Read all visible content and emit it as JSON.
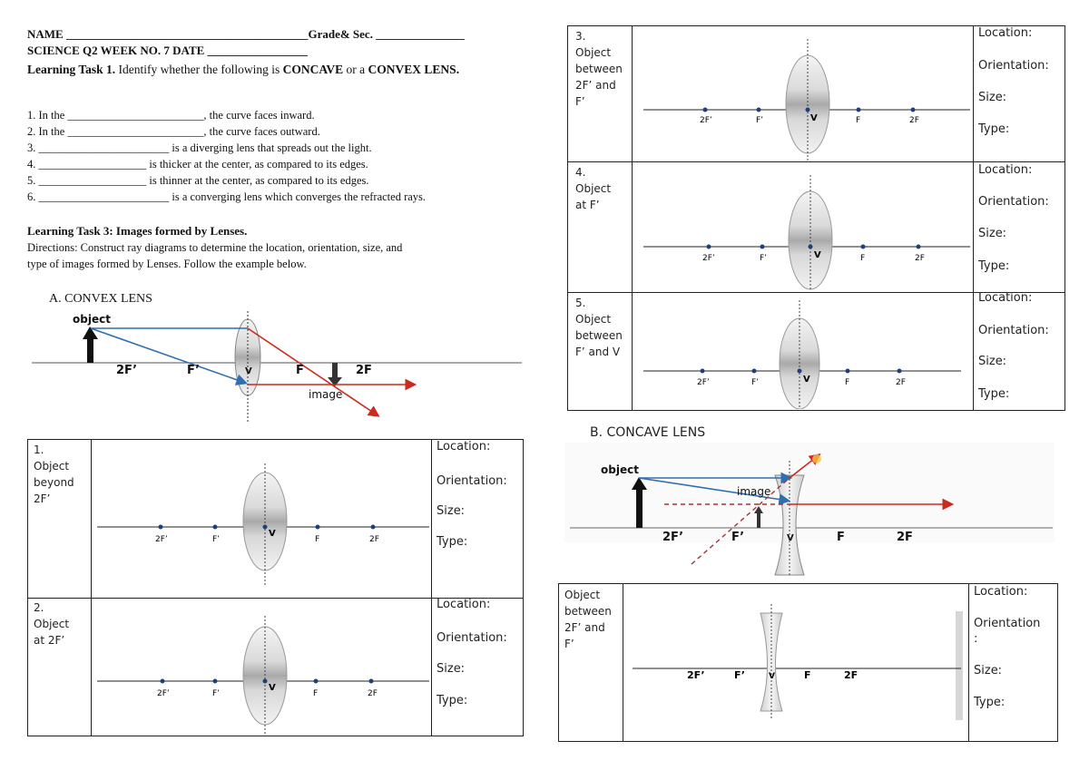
{
  "header": {
    "name_line": "NAME _________________________________________Grade& Sec. _______________",
    "date_line": "SCIENCE Q2 WEEK NO. 7 DATE _________________",
    "task1_title": "Learning Task 1.",
    "task1_text_a": "Identify whether the following is",
    "task1_concave": "CONCAVE",
    "task1_or": "or a",
    "task1_convex": "CONVEX",
    "task1_lens": "LENS."
  },
  "task1_items": [
    "1. In the ________________________, the curve faces inward.",
    "2. In the ________________________, the curve faces outward.",
    "3.   _______________________ is a diverging lens that spreads out the light.",
    "4.   ___________________ is thicker at the center, as compared to its edges.",
    "5.   ___________________ is thinner at the center, as compared to its edges.",
    "6. _______________________ is a converging lens which converges the refracted rays."
  ],
  "task3": {
    "title": "Learning Task 3:  Images formed by Lenses.",
    "directions_1": "Directions:  Construct ray diagrams to determine the location, orientation, size, and",
    "directions_2": "type of images formed by Lenses. Follow the example below."
  },
  "section_a": "A.  CONVEX LENS",
  "section_b": "B.  CONCAVE LENS",
  "example_labels": {
    "object": "object",
    "image": "image",
    "two_f_prime": "2F’",
    "f_prime": "F’",
    "v": "V",
    "f": "F",
    "two_f": "2F"
  },
  "axis_labels": {
    "two_f_prime": "2F’",
    "f_prime": "F’",
    "v": "V",
    "f": "F",
    "two_f": "2F"
  },
  "fields": {
    "location": "Location:",
    "orientation": "Orientation:",
    "orientation_split_a": "Orientation",
    "orientation_split_b": ":",
    "size": "Size:",
    "type": "Type:"
  },
  "cases": [
    {
      "num": "1.",
      "desc": [
        "Object",
        "beyond",
        "2F’"
      ]
    },
    {
      "num": "2.",
      "desc": [
        "Object",
        "at 2F’"
      ]
    },
    {
      "num": "3.",
      "desc": [
        "Object",
        "between",
        "2F’ and",
        "F’"
      ]
    },
    {
      "num": "4.",
      "desc": [
        "Object",
        "at F’"
      ]
    },
    {
      "num": "5.",
      "desc": [
        "Object",
        "between",
        "F’ and V"
      ]
    }
  ],
  "concave_case": {
    "desc": [
      "Object",
      "between",
      "2F’ and",
      "F’"
    ]
  },
  "colors": {
    "ray_blue": "#2f6fb0",
    "ray_red": "#cc2a1e",
    "arrow_black": "#111111"
  }
}
